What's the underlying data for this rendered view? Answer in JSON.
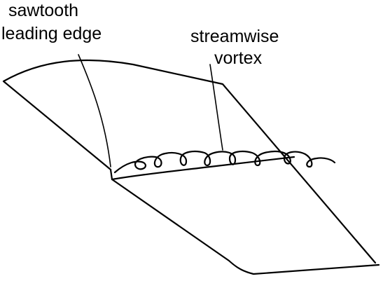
{
  "labels": {
    "sawtooth_line1": "sawtooth",
    "sawtooth_line2": "leading edge",
    "vortex_line1": "streamwise",
    "vortex_line2": "vortex"
  },
  "colors": {
    "ink": "#000000",
    "background": "#ffffff"
  }
}
